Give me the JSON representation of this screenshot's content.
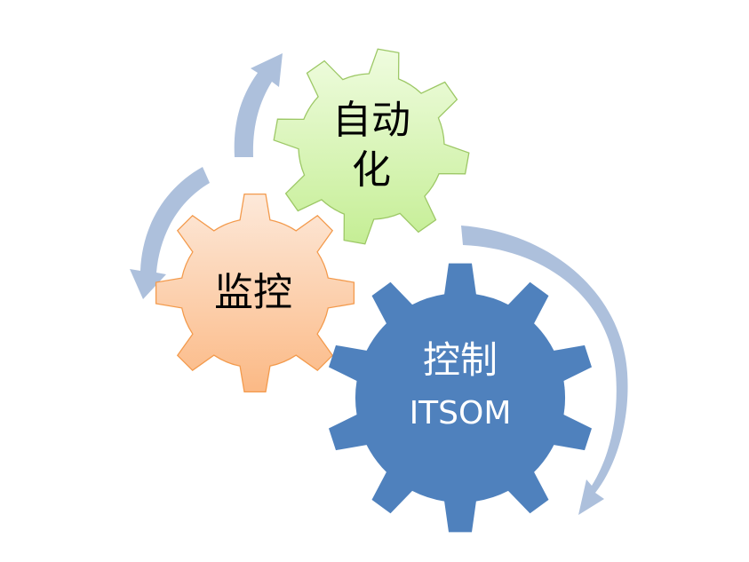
{
  "diagram": {
    "gears": [
      {
        "id": "automation",
        "lines": [
          "自动",
          "化"
        ],
        "fill_top": "#eafbd6",
        "fill_bottom": "#c8ef9a",
        "stroke": "#9bc863",
        "text_color": "#000000"
      },
      {
        "id": "monitoring",
        "lines": [
          "监控"
        ],
        "fill_top": "#fde6d4",
        "fill_bottom": "#fbbf8e",
        "stroke": "#f29a4a",
        "text_color": "#000000"
      },
      {
        "id": "control",
        "lines": [
          "控制",
          "ITSOM"
        ],
        "fill": "#4f81bd",
        "text_color": "#ffffff"
      }
    ],
    "arrow_color": "#a9bedc"
  }
}
